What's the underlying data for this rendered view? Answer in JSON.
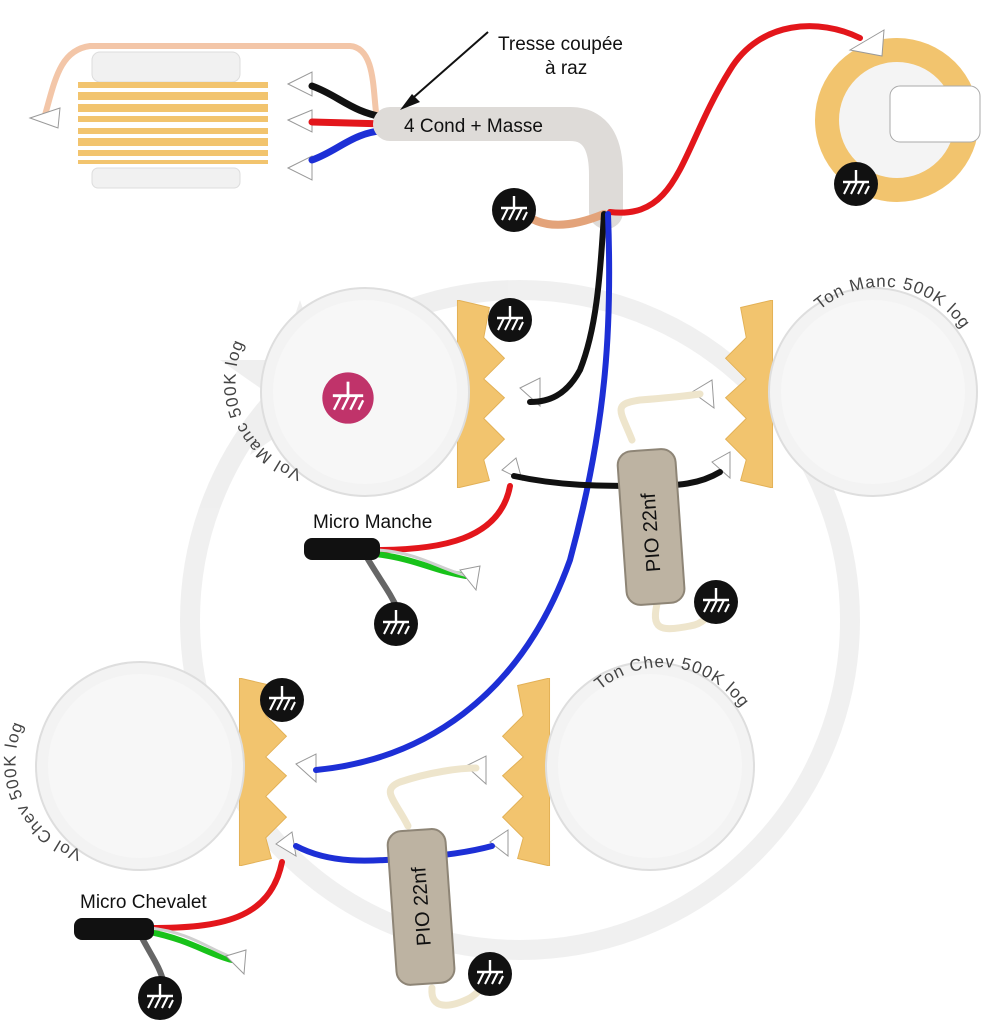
{
  "annotations": {
    "cut_braid": [
      "Tresse coupée",
      "à raz"
    ],
    "cable": "4 Cond + Masse"
  },
  "pots": {
    "vol_neck": "Vol Manc 500K log",
    "tone_neck": "Ton Manc 500K log",
    "vol_bridge": "Vol Chev 500K log",
    "tone_bridge": "Ton Chev 500K log"
  },
  "capacitors": {
    "neck": "PIO 22nf",
    "bridge": "PIO 22nf"
  },
  "pickups": {
    "neck": "Micro Manche",
    "bridge": "Micro Chevalet"
  },
  "colors": {
    "hot": "#e3161b",
    "blue": "#1d2fd6",
    "black": "#111111",
    "green": "#18c21a",
    "lug": "#f2c46e",
    "ground_star": "#c0336a"
  },
  "icons": [
    "ground-symbol-icon",
    "star-ground-icon",
    "output-jack-icon"
  ]
}
